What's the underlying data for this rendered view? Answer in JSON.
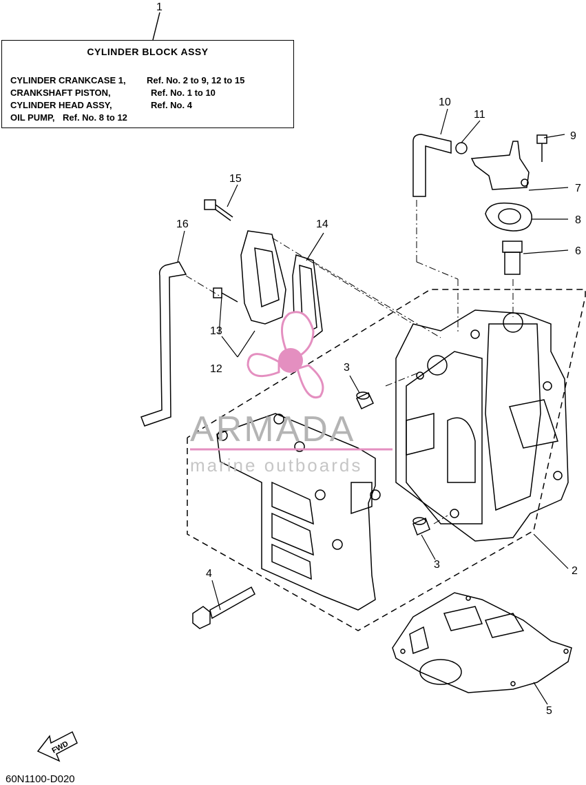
{
  "legend": {
    "title": "CYLINDER BLOCK ASSY",
    "lines": [
      {
        "name": "CYLINDER CRANKCASE 1,",
        "ref": "Ref. No. 2 to 9, 12 to 15"
      },
      {
        "name": "CRANKSHAFT PISTON,",
        "ref": "Ref. No. 1 to 10"
      },
      {
        "name": "CYLINDER HEAD ASSY,",
        "ref": "Ref. No. 4"
      },
      {
        "name": "OIL PUMP,",
        "ref": "Ref. No. 8 to 12"
      }
    ]
  },
  "callouts": [
    "1",
    "2",
    "3",
    "3",
    "4",
    "5",
    "6",
    "7",
    "8",
    "9",
    "10",
    "11",
    "12",
    "13",
    "14",
    "15",
    "16"
  ],
  "fwd_label": "FWD",
  "diagram_code": "60N1100-D020",
  "watermark": {
    "brand": "ARMADA",
    "subtitle": "marine outboards",
    "accent_color": "#e48fc0",
    "text_color": "#b4b4b4"
  }
}
